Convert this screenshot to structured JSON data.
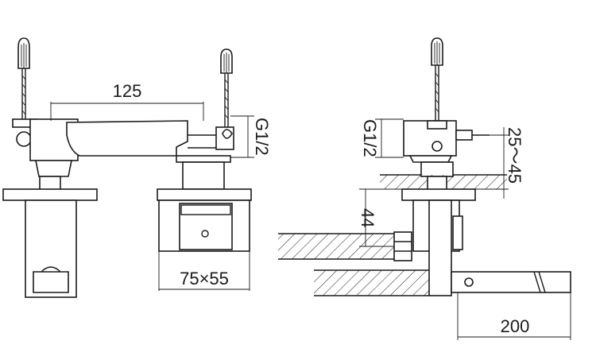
{
  "dimensions": {
    "spout_length": "125",
    "thread_left": "G1/2",
    "thread_right": "G1/2",
    "wall_range": "25～45",
    "depth": "44",
    "plate_size": "75×55",
    "lever_length": "200"
  }
}
